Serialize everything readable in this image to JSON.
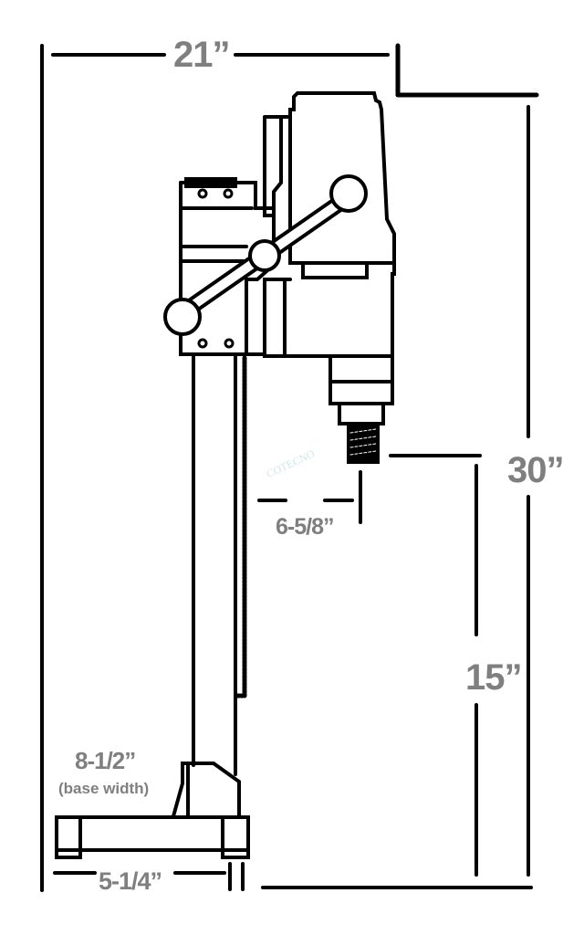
{
  "diagram": {
    "subject": "Core drill on stand - dimensional drawing",
    "colors": {
      "lines": "#000000",
      "labels": "#7f7f7f",
      "watermark": "#cfe6ea",
      "background": "#ffffff"
    },
    "dimensions": {
      "overall_depth": "21”",
      "overall_height": "30”",
      "spindle_to_base_travel": "15”",
      "column_to_spindle_center": "6-5/8”",
      "base_width": "8-1/2”",
      "base_width_note": "(base width)",
      "base_depth": "5-1/4”"
    },
    "watermark": "COTECNO"
  }
}
